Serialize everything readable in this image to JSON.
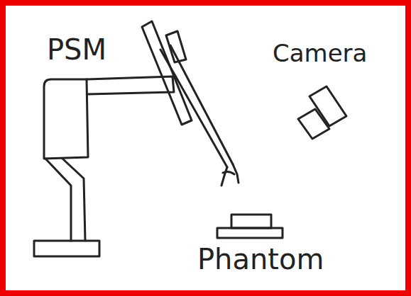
{
  "diagram": {
    "labels": [
      "PSM",
      "Camera",
      "Phantom"
    ]
  }
}
